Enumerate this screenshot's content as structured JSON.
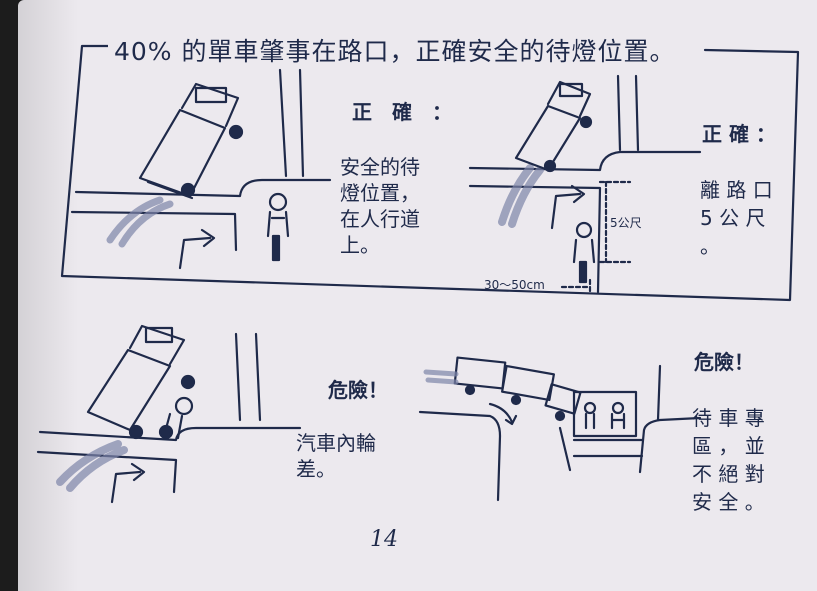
{
  "heading": "40% 的單車肇事在路口，正確安全的待燈位置。",
  "panel1": {
    "label": "正　確　：",
    "desc": [
      "安全的待",
      "燈位置，",
      "在人行道",
      "上。"
    ]
  },
  "panel2": {
    "label": "正 確 ：",
    "desc": [
      "離 路 口",
      "5 公 尺",
      "。"
    ],
    "dim_distance": "5公尺",
    "dim_offset": "30～50cm"
  },
  "panel3": {
    "label": "危險！",
    "desc": [
      "汽車內輪",
      "差。"
    ]
  },
  "panel4": {
    "label": "危險！",
    "desc": [
      "待 車 專",
      "區 ， 並",
      "不 絕 對",
      "安 全 。"
    ]
  },
  "page_number": "14",
  "colors": {
    "ink": "#1f2a4a",
    "paper": "#ece9ee",
    "road_shade": "#7d84a8"
  }
}
